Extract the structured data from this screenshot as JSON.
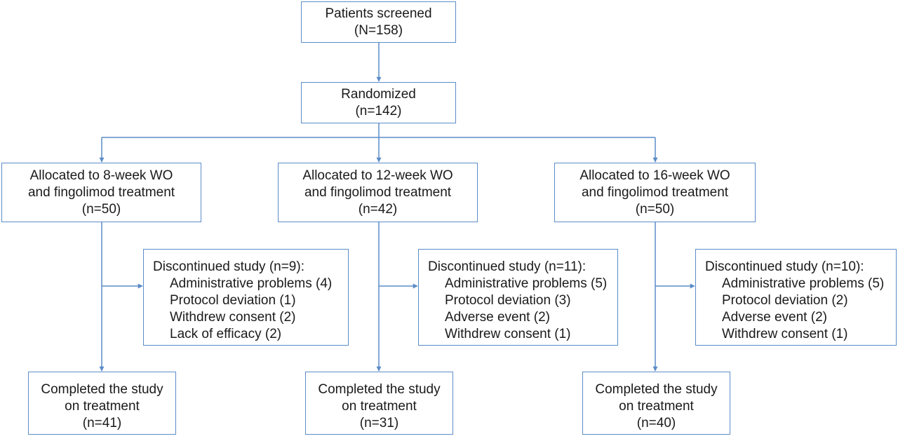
{
  "colors": {
    "border": "#5b8cc8",
    "connector": "#5b8cc8",
    "text": "#1a1a1a",
    "background": "#ffffff"
  },
  "screened": {
    "line1": "Patients screened",
    "line2": "(N=158)"
  },
  "randomized": {
    "line1": "Randomized",
    "line2": "(n=142)"
  },
  "arms": [
    {
      "allocated": {
        "line1": "Allocated to 8-week WO",
        "line2": "and fingolimod treatment",
        "line3": "(n=50)"
      },
      "discontinued": {
        "title": "Discontinued study (n=9):",
        "reasons": [
          "Administrative problems (4)",
          "Protocol deviation (1)",
          "Withdrew consent (2)",
          "Lack of efficacy (2)"
        ]
      },
      "completed": {
        "line1": "Completed the study",
        "line2": "on treatment",
        "line3": "(n=41)"
      }
    },
    {
      "allocated": {
        "line1": "Allocated to 12-week WO",
        "line2": "and fingolimod treatment",
        "line3": "(n=42)"
      },
      "discontinued": {
        "title": "Discontinued study (n=11):",
        "reasons": [
          "Administrative problems (5)",
          "Protocol deviation (3)",
          "Adverse event (2)",
          "Withdrew consent (1)"
        ]
      },
      "completed": {
        "line1": "Completed the study",
        "line2": "on treatment",
        "line3": "(n=31)"
      }
    },
    {
      "allocated": {
        "line1": "Allocated to 16-week WO",
        "line2": "and fingolimod treatment",
        "line3": "(n=50)"
      },
      "discontinued": {
        "title": "Discontinued study (n=10):",
        "reasons": [
          "Administrative problems (5)",
          "Protocol deviation (2)",
          "Adverse event (2)",
          "Withdrew consent (1)"
        ]
      },
      "completed": {
        "line1": "Completed the study",
        "line2": "on treatment",
        "line3": "(n=40)"
      }
    }
  ]
}
